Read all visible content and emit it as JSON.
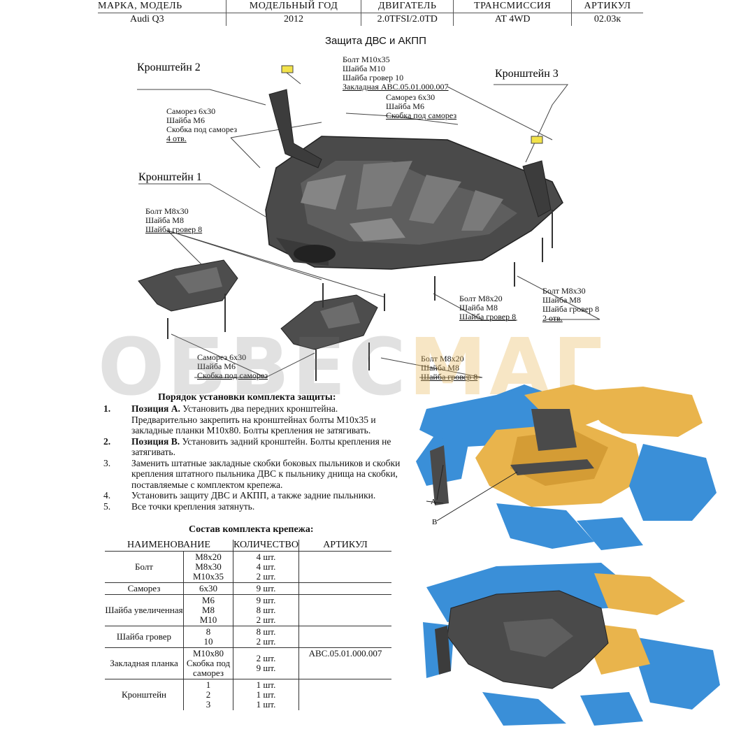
{
  "header": {
    "columns": [
      "МАРКА, МОДЕЛЬ",
      "МОДЕЛЬНЫЙ ГОД",
      "ДВИГАТЕЛЬ",
      "ТРАНСМИССИЯ",
      "АРТИКУЛ"
    ],
    "values": [
      "Audi Q3",
      "2012",
      "2.0TFSI/2.0TD",
      "AT 4WD",
      "02.03к"
    ]
  },
  "diagram": {
    "title": "Защита ДВС и АКПП",
    "bracket2": "Кронштейн 2",
    "bracket3": "Кронштейн 3",
    "bracket1": "Кронштейн 1",
    "note_top": [
      "Болт М10х35",
      "Шайба М10",
      "Шайба гровер 10",
      "Закладная АВС.05.01.000.007"
    ],
    "note_screw_top": [
      "Саморез 6х30",
      "Шайба М6",
      "Скобка под саморез"
    ],
    "note_screw_left": [
      "Саморез 6х30",
      "Шайба М6",
      "Скобка под саморез",
      "4 отв."
    ],
    "note_bolt_left": [
      "Болт М8х30",
      "Шайба М8",
      "Шайба гровер 8"
    ],
    "note_bolt_mid": [
      "Болт М8х20",
      "Шайба М8",
      "Шайба гровер 8"
    ],
    "note_bolt_right": [
      "Болт М8х30",
      "Шайба М8",
      "Шайба гровер 8",
      "2 отв."
    ],
    "note_screw_bottom": [
      "Саморез 6х30",
      "Шайба М6",
      "Скобка под саморез"
    ],
    "note_bolt_bottom": [
      "Болт М8х20",
      "Шайба М8",
      "Шайба гровер 8"
    ],
    "label_a": "А",
    "label_b": "В"
  },
  "watermark": {
    "part1": "ОБВЕС",
    "part2": "МАГ"
  },
  "install": {
    "title": "Порядок установки комплекта защиты:",
    "steps": [
      {
        "num": "1.",
        "lead": "Позиция А.",
        "text": " Установить два передних кронштейна. Предварительно закрепить на кронштейнах болты М10х35 и закладные планки М10х80. Болты крепления не затягивать."
      },
      {
        "num": "2.",
        "lead": "Позиция В.",
        "text": " Установить задний кронштейн. Болты крепления не затягивать."
      },
      {
        "num": "3.",
        "lead": "",
        "text": "Заменить штатные закладные скобки боковых пыльников и скобки крепления штатного пыльника ДВС к пыльнику днища на скобки, поставляемые с комплектом крепежа."
      },
      {
        "num": "4.",
        "lead": "",
        "text": "Установить защиту ДВС и АКПП, а также задние пыльники."
      },
      {
        "num": "5.",
        "lead": "",
        "text": "Все точки крепления затянуть."
      }
    ]
  },
  "kit": {
    "title": "Состав комплекта крепежа:",
    "headers": [
      "НАИМЕНОВАНИЕ",
      "КОЛИЧЕСТВО",
      "АРТИКУЛ"
    ],
    "rows": [
      {
        "name": "Болт",
        "sizes": [
          "М8х20",
          "М8х30",
          "М10х35"
        ],
        "qty": [
          "4 шт.",
          "4 шт.",
          "2 шт."
        ],
        "art": ""
      },
      {
        "name": "Саморез",
        "sizes": [
          "6х30"
        ],
        "qty": [
          "9 шт."
        ],
        "art": ""
      },
      {
        "name": "Шайба увеличенная",
        "sizes": [
          "М6",
          "М8",
          "М10"
        ],
        "qty": [
          "9 шт.",
          "8 шт.",
          "2 шт."
        ],
        "art": ""
      },
      {
        "name": "Шайба гровер",
        "sizes": [
          "8",
          "10"
        ],
        "qty": [
          "8 шт.",
          "2 шт."
        ],
        "art": ""
      },
      {
        "name": "Закладная планка",
        "sizes": [
          "М10х80",
          "Скобка под саморез"
        ],
        "qty": [
          "2 шт.",
          "9 шт."
        ],
        "art": "АВС.05.01.000.007"
      },
      {
        "name": "Кронштейн",
        "sizes": [
          "1",
          "2",
          "3"
        ],
        "qty": [
          "1 шт.",
          "1 шт.",
          "1 шт."
        ],
        "art": ""
      }
    ]
  },
  "colors": {
    "chassis_blue": "#3a8fd8",
    "body_yellow": "#e9b44c",
    "plate_dark": "#4a4a4a",
    "washer_yellow": "#f2e24a"
  }
}
